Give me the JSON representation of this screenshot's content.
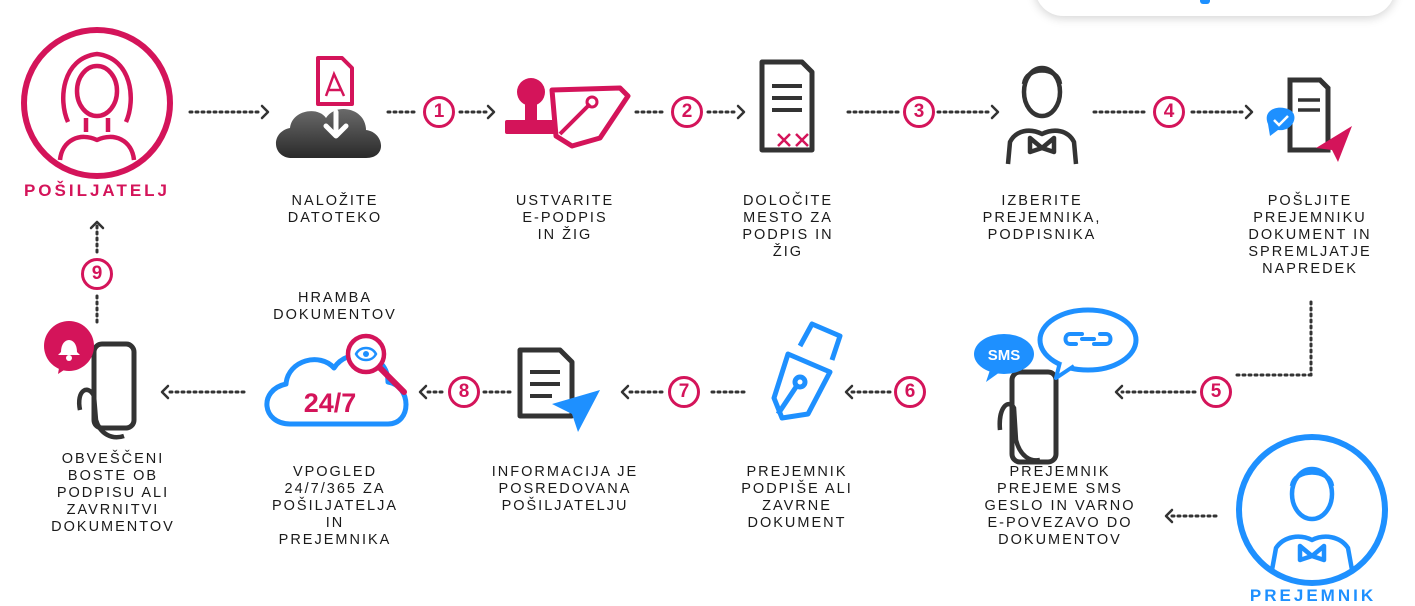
{
  "colors": {
    "magenta": "#d4145a",
    "blue": "#1e90ff",
    "dark": "#1a1a1a",
    "grey": "#333333"
  },
  "roles": {
    "sender": "POŠILJATELJ",
    "recipient": "PREJEMNIK"
  },
  "steps": {
    "upload": "NALOŽITE\nDATOTEKO",
    "create_signature": "USTVARITE\nE-PODPIS\nIN ŽIG",
    "place_signature": "DOLOČITE\nMESTO ZA\nPODPIS IN\nŽIG",
    "choose_recipient": "IZBERITE\nPREJEMNIKA,\nPODPISNIKA",
    "send_track": "POŠLJITE\nPREJEMNIKU\nDOKUMENT IN\nSPREMLJATJE\nNAPREDEK",
    "receive_sms": "PREJEMNIK\nPREJEME SMS\nGESLO IN VARNO\nE-POVEZAVO DO\nDOKUMENTOV",
    "recipient_signs": "PREJEMNIK\nPODPIŠE ALI\nZAVRNE\nDOKUMENT",
    "info_forwarded": "INFORMACIJA JE\nPOSREDOVANA\nPOŠILJATELJU",
    "storage_title": "HRAMBA\nDOKUMENTOV",
    "storage_view": "VPOGLED\n24/7/365 ZA\nPOŠILJATELJA\nIN\nPREJEMNIKA",
    "notified": "OBVEŠČENI\nBOSTE OB\nPODPISU ALI\nZAVRNITVI\nDOKUMENTOV"
  },
  "numbers": [
    "1",
    "2",
    "3",
    "4",
    "5",
    "6",
    "7",
    "8",
    "9"
  ],
  "icon_text": {
    "cloud_hours": "24/7",
    "sms": "SMS"
  }
}
